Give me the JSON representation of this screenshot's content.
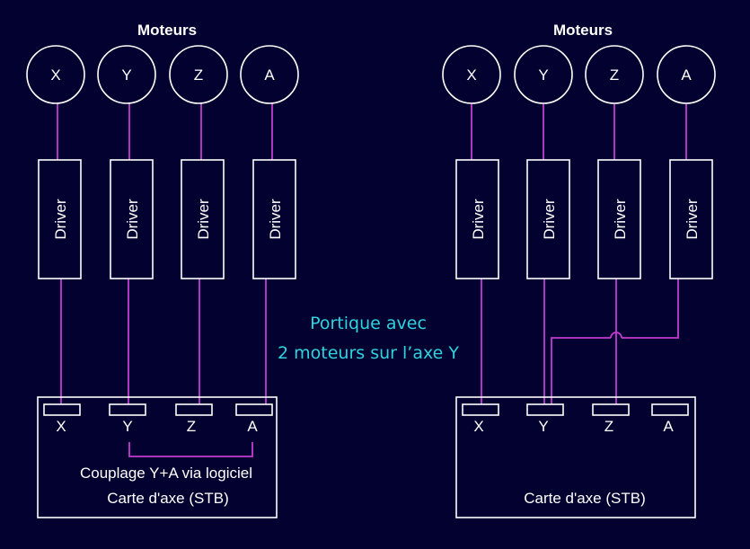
{
  "colors": {
    "background": "#02012f",
    "outline": "#ffffff",
    "wire": "#c43bd0",
    "caption": "#2ed3e0"
  },
  "center_caption": {
    "line1": "Portique avec",
    "line2": "2 moteurs sur l’axe Y"
  },
  "left": {
    "motors_title": "Moteurs",
    "motors": [
      "X",
      "Y",
      "Z",
      "A"
    ],
    "driver_label": "Driver",
    "board_ports": [
      "X",
      "Y",
      "Z",
      "A"
    ],
    "coupling_label": "Couplage Y+A via logiciel",
    "board_label": "Carte d'axe (STB)"
  },
  "right": {
    "motors_title": "Moteurs",
    "motors": [
      "X",
      "Y",
      "Z",
      "A"
    ],
    "driver_label": "Driver",
    "board_ports": [
      "X",
      "Y",
      "Z",
      "A"
    ],
    "board_label": "Carte d'axe (STB)"
  }
}
